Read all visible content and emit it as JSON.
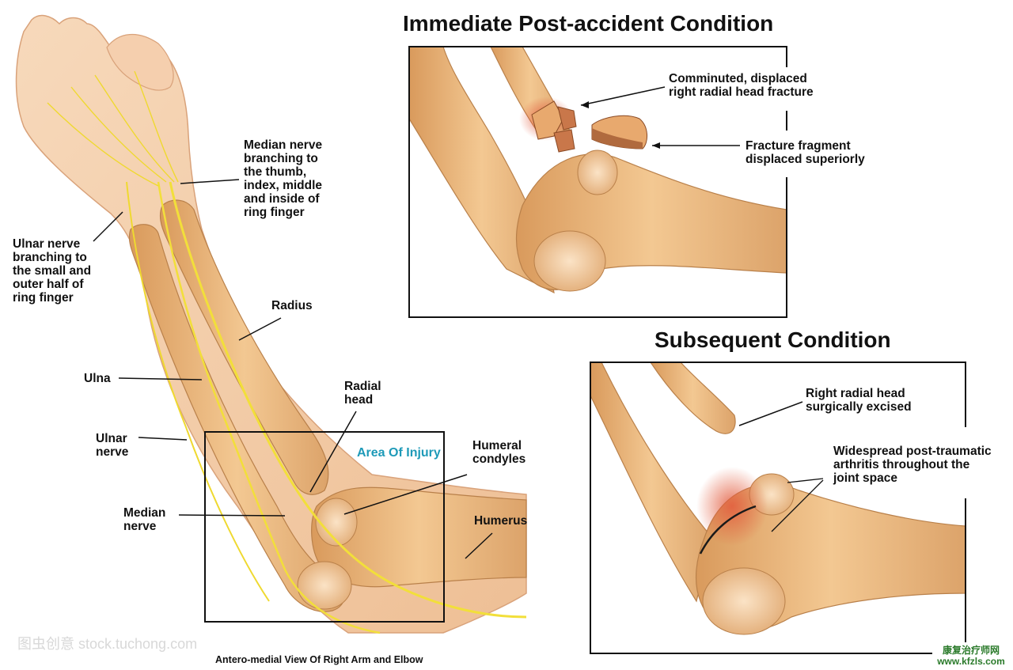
{
  "headings": {
    "immediate": "Immediate Post-accident Condition",
    "subsequent": "Subsequent Condition"
  },
  "caption": "Antero-medial View Of Right Arm and Elbow",
  "area_of_injury": "Area Of Injury",
  "left_labels": {
    "median_nerve_branching": "Median nerve\nbranching to\nthe thumb,\nindex, middle\nand inside of\nring finger",
    "ulnar_nerve_branching": "Ulnar nerve\nbranching to\nthe small and\nouter half of\nring finger",
    "radius": "Radius",
    "ulna": "Ulna",
    "ulnar_nerve": "Ulnar\nnerve",
    "median_nerve": "Median\nnerve",
    "radial_head": "Radial\nhead",
    "humeral_condyles": "Humeral\ncondyles",
    "humerus": "Humerus"
  },
  "immediate_labels": {
    "comminuted": "Comminuted, displaced\nright radial head fracture",
    "fragment": "Fracture fragment\ndisplaced superiorly"
  },
  "subsequent_labels": {
    "excised": "Right radial head\nsurgically excised",
    "arthritis": "Widespread post-traumatic\narthritis throughout the\njoint space"
  },
  "watermark": "图虫创意 stock.tuchong.com",
  "brand": {
    "name": "康复治疗师网",
    "url": "www.kfzls.com"
  },
  "colors": {
    "bone": "#e9b37c",
    "bone_light": "#f6d6b0",
    "skin": "#f3c9a2",
    "nerve": "#f2df3a",
    "injury_text": "#1e9ab8",
    "inflamed": "#e8745a"
  }
}
